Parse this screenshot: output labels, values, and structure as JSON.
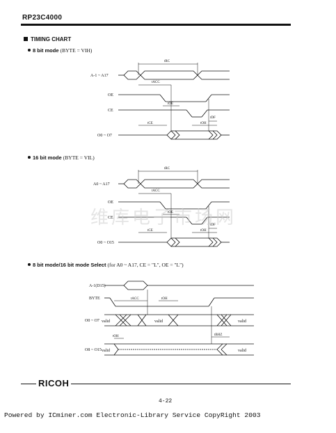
{
  "header": {
    "title": "RP23C4000"
  },
  "section": {
    "title": "TIMING CHART"
  },
  "charts": [
    {
      "heading": "8 bit mode",
      "condition": "(BYTE = VIH)",
      "signals": [
        "A-1 ~ A17",
        "OE",
        "CE",
        "O0 ~ O7"
      ],
      "params": [
        "tRC",
        "tACC",
        "tOE",
        "tDF",
        "tCE",
        "tOH"
      ]
    },
    {
      "heading": "16 bit mode",
      "condition": "(BYTE = VIL)",
      "signals": [
        "A0 ~ A17",
        "OE",
        "CE",
        "O0 ~ O15"
      ],
      "params": [
        "tRC",
        "tACC",
        "tOE",
        "tDF",
        "tCE",
        "tOH"
      ]
    },
    {
      "heading": "8 bit mode/16 bit mode Select",
      "condition": "(for A0 ~ A17, CE = \"L\", OE = \"L\")",
      "signals": [
        "A-1(D15)",
        "BYTE",
        "O0 ~ O7",
        "O8 ~ O15"
      ],
      "params": [
        "tACC",
        "tOH",
        "tOH",
        "tBHZ"
      ],
      "valid_label": "valid"
    }
  ],
  "watermark": "维库电子市场网",
  "footer": {
    "logo": "RICOH",
    "page": "4-22",
    "powered": "Powered by ICminer.com Electronic-Library Service CopyRight 2003"
  }
}
